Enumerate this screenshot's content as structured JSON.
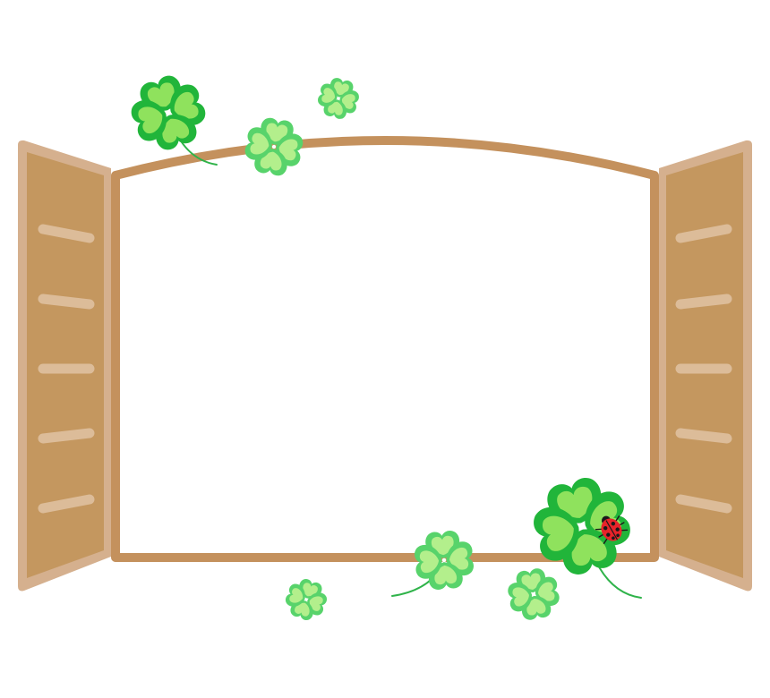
{
  "colors": {
    "background": "#ffffff",
    "frame": "#c4915d",
    "shutter_fill": "#c4975f",
    "shutter_border": "#d5b08e",
    "shutter_slat": "#dcbc99",
    "leaf_dark": "#21b53a",
    "leaf_mid": "#58d36b",
    "leaf_light": "#8fe25d",
    "leaf_pale": "#b3ef8c",
    "stem": "#2fb34a",
    "ladybug_red": "#e8232a",
    "ladybug_black": "#1a1a1a"
  },
  "scene": {
    "window": {
      "has_arched_top": true,
      "shutters": [
        "left",
        "right"
      ],
      "slats_per_shutter": 5
    },
    "clovers": [
      {
        "id": "top-left-large",
        "style": "dark",
        "has_stem": true
      },
      {
        "id": "top-center",
        "style": "mid",
        "has_stem": false
      },
      {
        "id": "top-small",
        "style": "mid",
        "has_stem": false
      },
      {
        "id": "bottom-center",
        "style": "mid",
        "has_stem": true
      },
      {
        "id": "bottom-left-small",
        "style": "mid",
        "has_stem": false
      },
      {
        "id": "bottom-right-small",
        "style": "mid",
        "has_stem": false
      },
      {
        "id": "bottom-right-large",
        "style": "dark",
        "has_stem": true,
        "has_ladybug": true
      }
    ]
  }
}
